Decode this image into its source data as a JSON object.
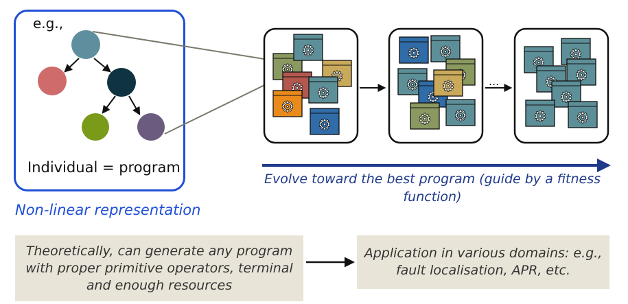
{
  "tree": {
    "eg_label": "e.g.,",
    "caption": "Individual = program",
    "representation_label": "Non-linear representation",
    "node_colors": [
      "#5f8f9f",
      "#cf6b6b",
      "#0f3340",
      "#7a9a1a",
      "#6b5b7e"
    ]
  },
  "population": {
    "ellipsis": "...",
    "evolve_text": "Evolve toward the best program (guide by a fitness function)",
    "tile_colors": {
      "teal": "#5d8f98",
      "olive": "#8a9960",
      "gold": "#c9a95a",
      "red": "#b4574e",
      "orange": "#e98a1c",
      "blue": "#2f6ca8"
    },
    "icon": "gear-window-icon"
  },
  "notes": {
    "left_text": "Theoretically, can generate any program with proper primitive operators, terminal and enough resources",
    "right_text": "Application in various domains: e.g., fault localisation, APR, etc."
  },
  "colors": {
    "accent_blue": "#1f4fd6",
    "arrow_navy": "#1f3a8a",
    "note_bg": "#e8e5d8"
  }
}
